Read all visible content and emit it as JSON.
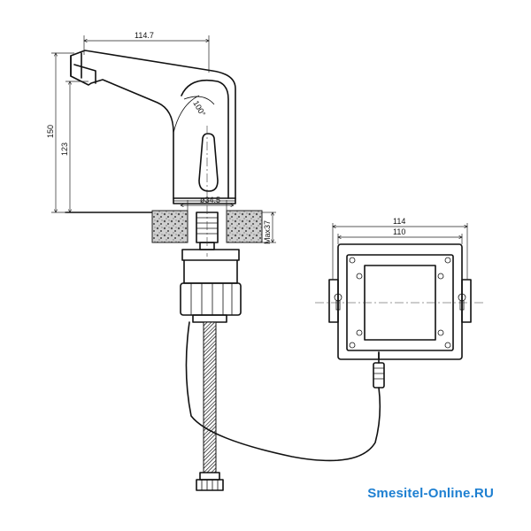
{
  "dimensions": {
    "spout_reach": "114.7",
    "total_height": "150",
    "outlet_height": "123",
    "angle": "100°",
    "hole_diameter": "ø34.5",
    "max_thickness": "Max37",
    "box_outer_width": "114",
    "box_inner_width": "110"
  },
  "watermark": "Smesitel-Online.RU",
  "colors": {
    "line": "#111111",
    "watermark": "#1d7fd1",
    "countertop": "#666666"
  }
}
